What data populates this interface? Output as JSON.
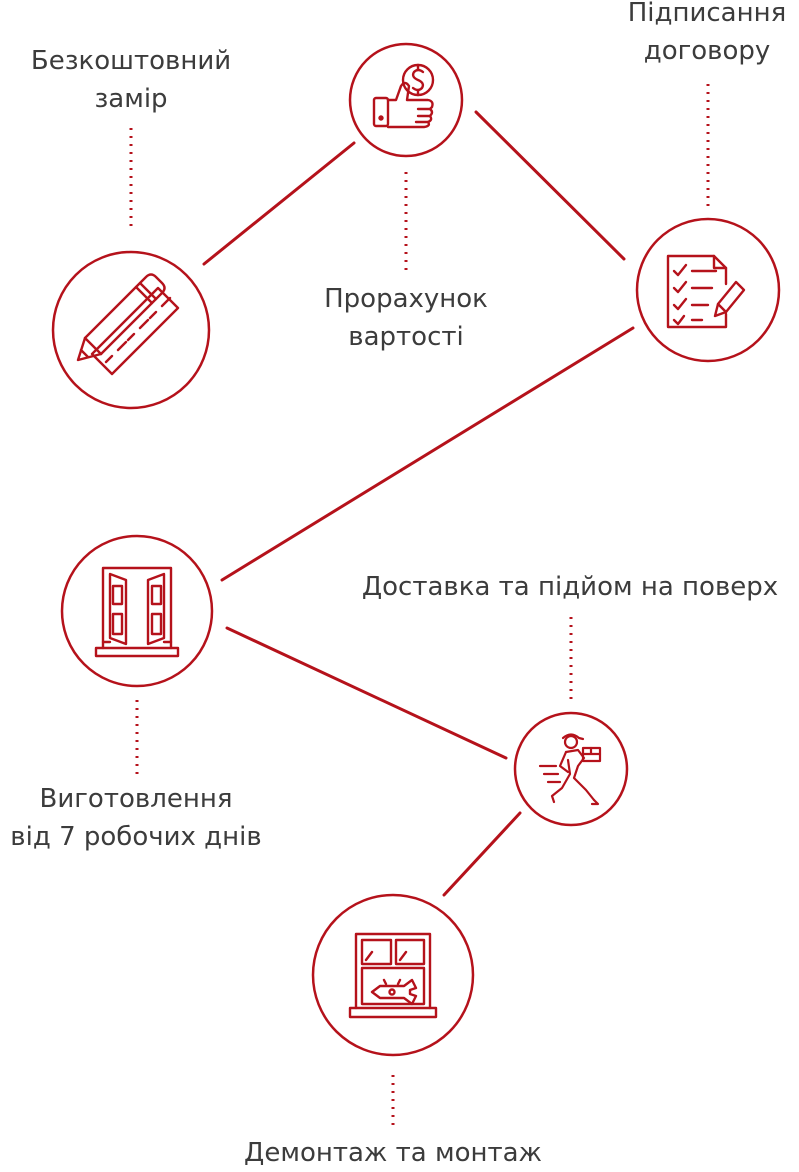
{
  "accent_color": "#b5121b",
  "text_color": "#3c3c3c",
  "steps": [
    {
      "id": "measure",
      "icon": "pencil-ruler-icon",
      "lines": [
        "Безкоштовний",
        "замір"
      ]
    },
    {
      "id": "estimate",
      "icon": "thumbs-up-dollar-icon",
      "lines": [
        "Прорахунок",
        "вартості"
      ]
    },
    {
      "id": "contract",
      "icon": "checklist-pen-icon",
      "lines": [
        "Підписання",
        "договору"
      ]
    },
    {
      "id": "manufacture",
      "icon": "open-window-icon",
      "lines": [
        "Виготовлення",
        "від 7 робочих днів"
      ]
    },
    {
      "id": "delivery",
      "icon": "courier-box-icon",
      "lines": [
        "Доставка та підйом на поверх"
      ]
    },
    {
      "id": "install",
      "icon": "window-wrench-icon",
      "lines": [
        "Демонтаж та монтаж"
      ]
    }
  ]
}
